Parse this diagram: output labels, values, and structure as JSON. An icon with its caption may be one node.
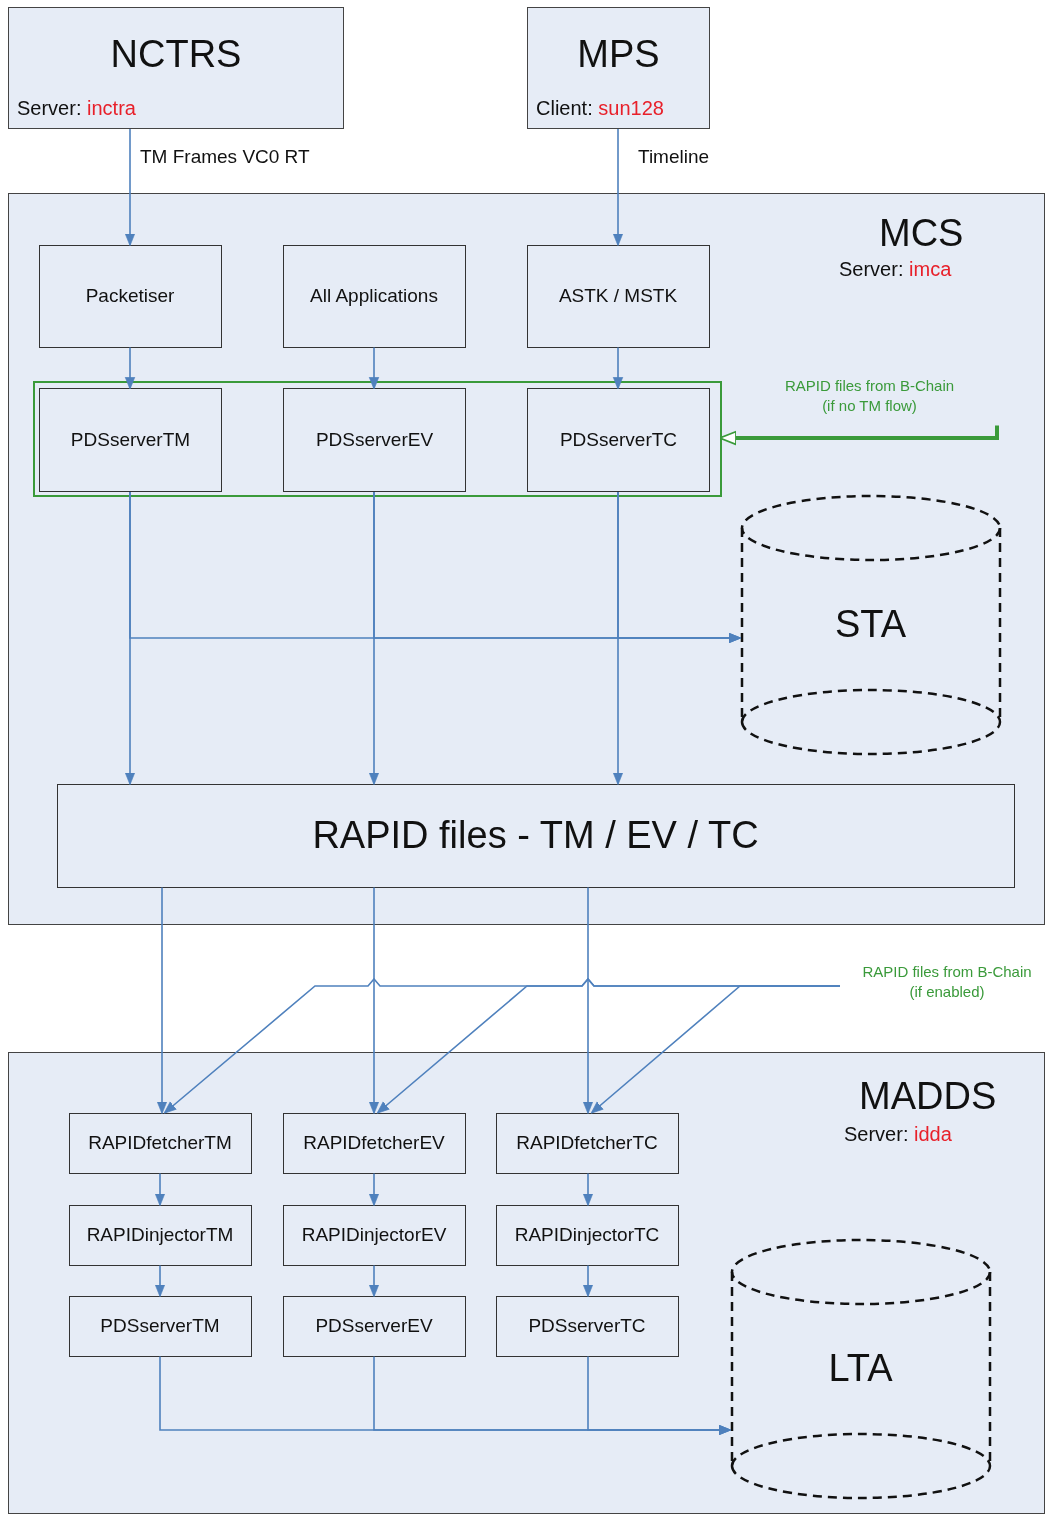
{
  "diagram": {
    "nodes": [
      {
        "text": [
          "NCTRS",
          "Server:",
          "inctra"
        ]
      },
      {
        "text": [
          "MPS",
          "Client:",
          "sun128"
        ]
      },
      {
        "text": [
          "MCS",
          "Server:",
          "imca"
        ]
      },
      {
        "text": [
          "Packetiser"
        ],
        "in": 2
      },
      {
        "text": [
          "All Applications"
        ],
        "in": 2
      },
      {
        "text": [
          "ASTK / MSTK"
        ],
        "in": 2
      },
      {
        "text": [],
        "shape": "box",
        "in": 2
      },
      {
        "text": [
          "PDSserverTM"
        ],
        "in": 6
      },
      {
        "text": [
          "PDSserverEV"
        ],
        "in": 6
      },
      {
        "text": [
          "PDSserverTC"
        ],
        "in": 6
      },
      {
        "text": [
          "RAPID files from B-Chain (if no TM flow)"
        ],
        "in": 2
      },
      {
        "text": [
          "STA"
        ],
        "in": 2
      },
      {
        "text": [
          "RAPID files - TM / EV / TC"
        ],
        "in": 2
      },
      {
        "text": [
          "MADDS",
          "Server:",
          "idda"
        ]
      },
      {
        "text": [
          "RAPIDfetcherTM"
        ],
        "in": 13
      },
      {
        "text": [
          "RAPIDfetcherEV"
        ],
        "in": 13
      },
      {
        "text": [
          "RAPIDfetcherTC"
        ],
        "in": 13
      },
      {
        "text": [
          "RAPIDinjectorTM"
        ],
        "in": 13
      },
      {
        "text": [
          "RAPIDinjectorEV"
        ],
        "in": 13
      },
      {
        "text": [
          "RAPIDinjectorTC"
        ],
        "in": 13
      },
      {
        "text": [
          "PDSserverTM"
        ],
        "in": 13
      },
      {
        "text": [
          "PDSserverEV"
        ],
        "in": 13
      },
      {
        "text": [
          "PDSserverTC"
        ],
        "in": 13
      },
      {
        "text": [
          "LTA"
        ],
        "in": 13
      },
      {
        "text": [
          "RAPID files from B-Chain (if enabled)"
        ]
      }
    ],
    "edges": [
      {
        "from": 0,
        "to": 3,
        "arrow": "to",
        "label": "TM Frames VC0 RT"
      },
      {
        "from": 1,
        "to": 5,
        "arrow": "to",
        "label": "Timeline"
      },
      {
        "from": 3,
        "to": 7,
        "arrow": "to"
      },
      {
        "from": 4,
        "to": 8,
        "arrow": "to"
      },
      {
        "from": 5,
        "to": 9,
        "arrow": "to"
      },
      {
        "from": 10,
        "to": 6,
        "arrow": "to",
        "style": "thick",
        "color": "#3a9a3a"
      },
      {
        "from": 7,
        "to": 12,
        "arrow": "to"
      },
      {
        "from": 8,
        "to": 12,
        "arrow": "to"
      },
      {
        "from": 9,
        "to": 12,
        "arrow": "to"
      },
      {
        "from": 7,
        "to": 11,
        "arrow": "to"
      },
      {
        "from": 8,
        "to": 11,
        "arrow": "to"
      },
      {
        "from": 9,
        "to": 11,
        "arrow": "to"
      },
      {
        "from": 12,
        "to": 14,
        "arrow": "to"
      },
      {
        "from": 12,
        "to": 15,
        "arrow": "to"
      },
      {
        "from": 12,
        "to": 16,
        "arrow": "to"
      },
      {
        "from": 24,
        "to": 14,
        "arrow": "to"
      },
      {
        "from": 24,
        "to": 15,
        "arrow": "to"
      },
      {
        "from": 24,
        "to": 16,
        "arrow": "to"
      },
      {
        "from": 14,
        "to": 17,
        "arrow": "to"
      },
      {
        "from": 15,
        "to": 18,
        "arrow": "to"
      },
      {
        "from": 16,
        "to": 19,
        "arrow": "to"
      },
      {
        "from": 17,
        "to": 20,
        "arrow": "to"
      },
      {
        "from": 18,
        "to": 21,
        "arrow": "to"
      },
      {
        "from": 19,
        "to": 22,
        "arrow": "to"
      },
      {
        "from": 20,
        "to": 23,
        "arrow": "to"
      },
      {
        "from": 21,
        "to": 23,
        "arrow": "to"
      },
      {
        "from": 22,
        "to": 23,
        "arrow": "to"
      }
    ]
  }
}
